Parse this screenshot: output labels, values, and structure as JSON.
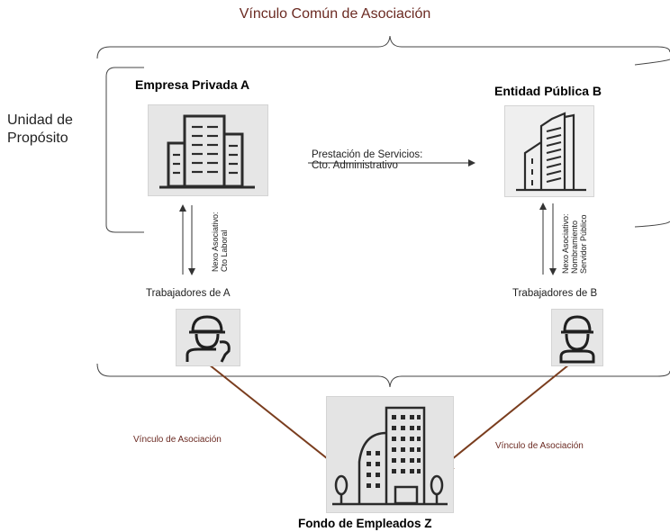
{
  "title": "Vínculo Común de Asociación",
  "side_label": [
    "Unidad de",
    "Propósito"
  ],
  "company_a": {
    "name": "Empresa Privada A",
    "icon": "office-building-icon"
  },
  "entity_b": {
    "name": "Entidad Pública B",
    "icon": "skyscraper-icon"
  },
  "service_link": {
    "line1": "Prestación de Servicios:",
    "line2": "Cto. Administrativo"
  },
  "nexo_a": [
    "Nexo Asociativo:",
    "Cto Laboral"
  ],
  "nexo_b": [
    "Nexo Asociativo:",
    "Nombramiento",
    "Servidor Público"
  ],
  "workers_a": {
    "label": "Trabajadores de A",
    "icon": "worker-with-wrench-icon"
  },
  "workers_b": {
    "label": "Trabajadores de B",
    "icon": "female-worker-icon"
  },
  "assoc_left": "Vínculo de Asociación",
  "assoc_right": "Vínculo de Asociación",
  "fund": {
    "name": "Fondo de Empleados Z",
    "icon": "fund-buildings-icon"
  },
  "colors": {
    "title": "#6b2a22",
    "assoc_arrow": "#7a3d1e",
    "lines": "#333333"
  }
}
